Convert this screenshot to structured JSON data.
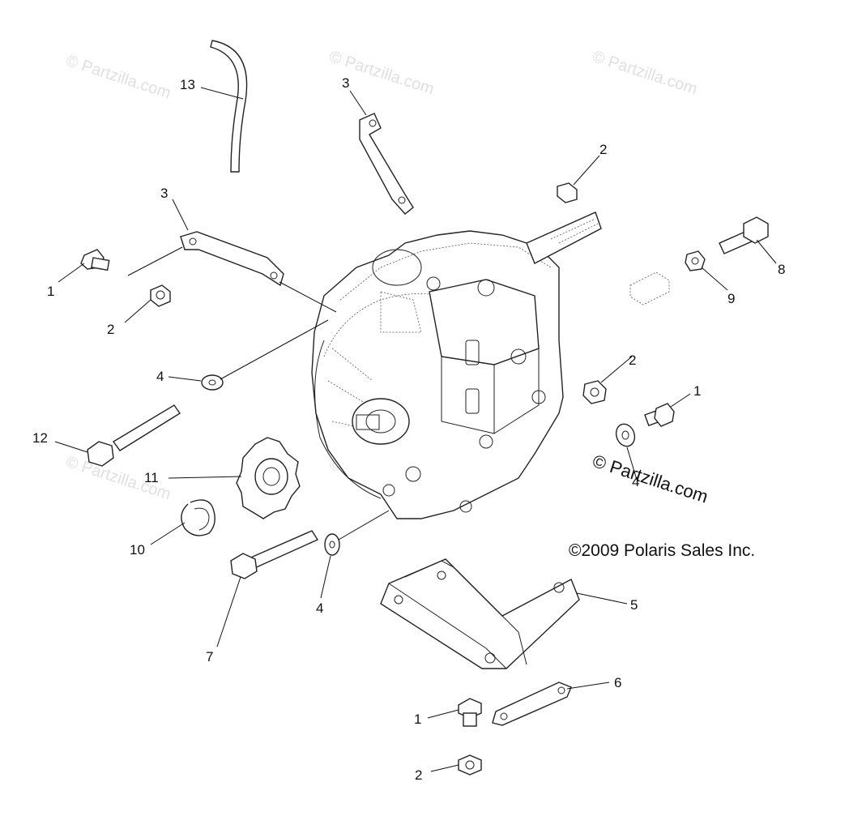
{
  "watermark": "© Partzilla.com",
  "copyright": "©2009 Polaris Sales Inc.",
  "callouts": {
    "c13": "13",
    "c3a": "3",
    "c3b": "3",
    "c2a": "2",
    "c2b": "2",
    "c2c": "2",
    "c2d": "2",
    "c1a": "1",
    "c1b": "1",
    "c1c": "1",
    "c8": "8",
    "c9": "9",
    "c4a": "4",
    "c4b": "4",
    "c4c": "4",
    "c12": "12",
    "c11": "11",
    "c10": "10",
    "c7": "7",
    "c5": "5",
    "c6": "6"
  }
}
